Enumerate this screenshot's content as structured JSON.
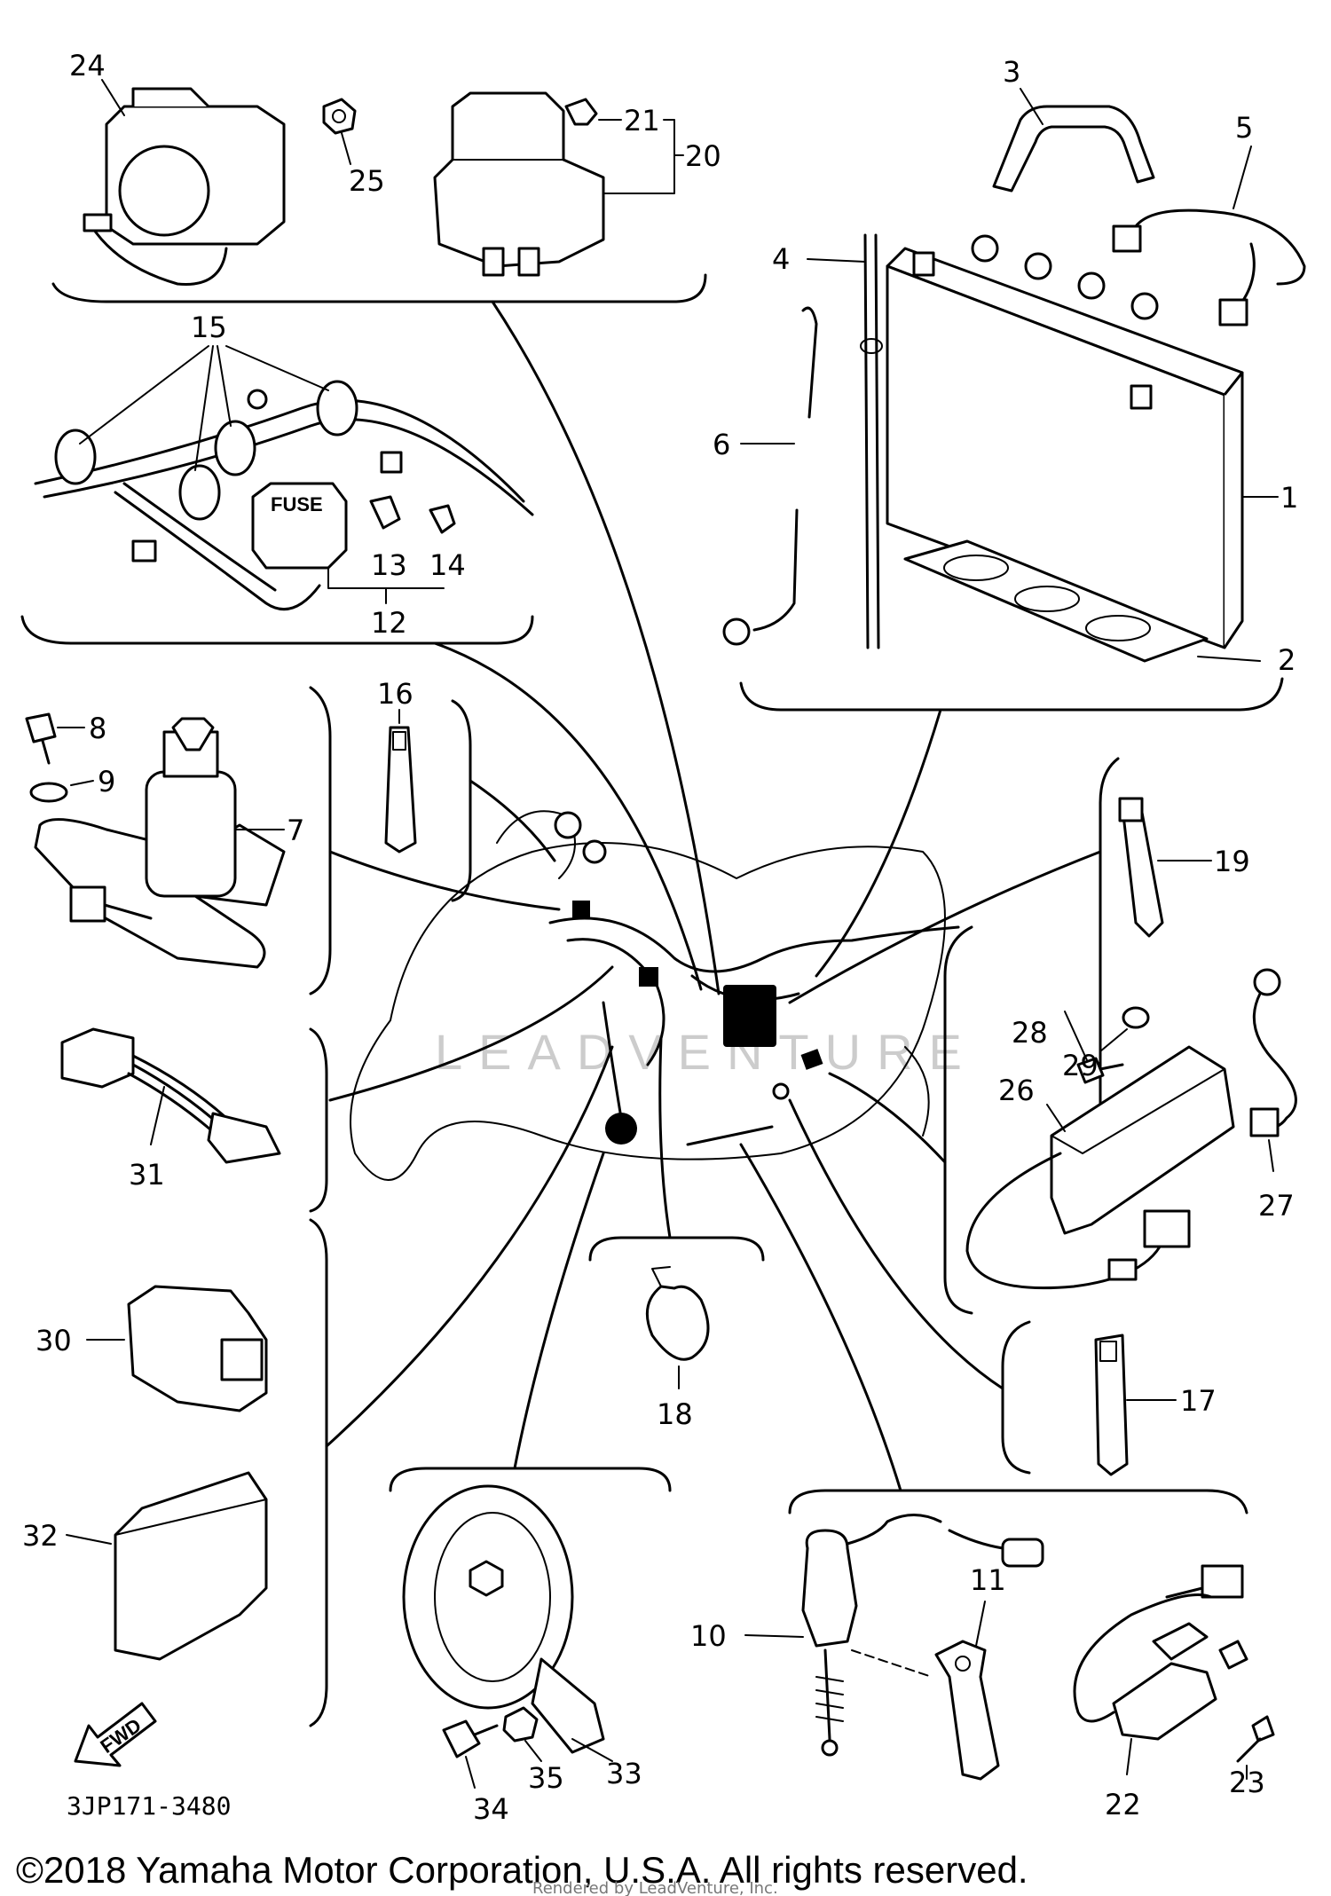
{
  "callouts": {
    "c1": "1",
    "c2": "2",
    "c3": "3",
    "c4": "4",
    "c5": "5",
    "c6": "6",
    "c7": "7",
    "c8": "8",
    "c9": "9",
    "c10": "10",
    "c11": "11",
    "c12": "12",
    "c13": "13",
    "c14": "14",
    "c15": "15",
    "c16": "16",
    "c17": "17",
    "c18": "18",
    "c19": "19",
    "c20": "20",
    "c21": "21",
    "c22": "22",
    "c23": "23",
    "c24": "24",
    "c25": "25",
    "c26": "26",
    "c27": "27",
    "c28": "28",
    "c29": "29",
    "c30": "30",
    "c31": "31",
    "c32": "32",
    "c33": "33",
    "c34": "34",
    "c35": "35"
  },
  "fuse_label": "FUSE",
  "fwd_label": "FWD",
  "diagram_code": "3JP171-3480",
  "watermark": "LEADVENTURE",
  "copyright": "©2018 Yamaha Motor Corporation, U.S.A. All rights reserved.",
  "rendered_by": "Rendered by LeadVenture, Inc."
}
